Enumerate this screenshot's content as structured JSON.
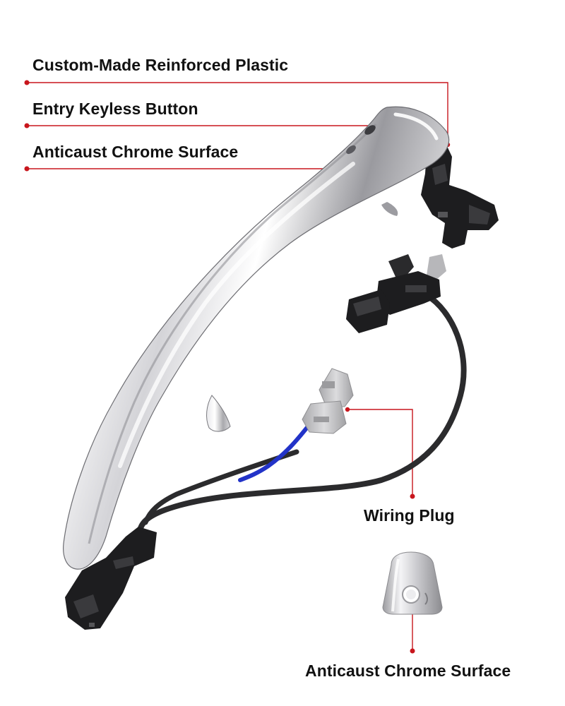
{
  "callouts": {
    "plastic": "Custom-Made Reinforced Plastic",
    "keyless": "Entry Keyless Button",
    "chrome": "Anticaust Chrome Surface",
    "wiring_plug": "Wiring Plug",
    "chrome_cover": "Anticaust Chrome Surface"
  },
  "colors": {
    "leader_line": "#c8161d",
    "chrome_light": "#ffffff",
    "chrome_dark": "#8f8f93",
    "plastic_black": "#1d1d1f",
    "cable": "#2b2b2d",
    "cable_blue": "#2233c8",
    "plug_grey": "#bfbfc1"
  },
  "icons": [
    "door-handle-illustration",
    "chrome-cap-illustration"
  ]
}
